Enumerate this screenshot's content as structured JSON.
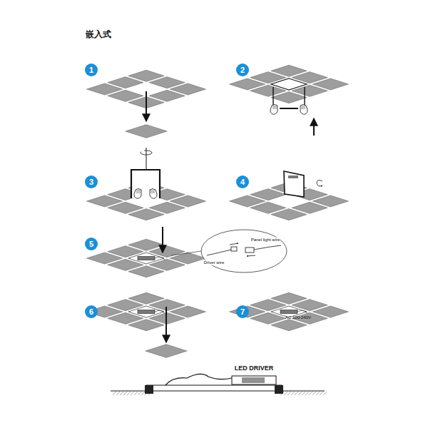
{
  "diagram": {
    "title": "嵌入式",
    "nodes": [
      {
        "text": [
          "1"
        ]
      },
      {
        "text": [
          "2"
        ]
      },
      {
        "text": [
          "3"
        ]
      },
      {
        "text": [
          "4"
        ]
      },
      {
        "text": [
          "5"
        ]
      },
      {
        "text": [
          "6"
        ]
      },
      {
        "text": [
          "7"
        ]
      }
    ],
    "labels": [
      "Driver wire",
      "Panel light wire",
      "AC 100-240V",
      "LED DRIVER"
    ]
  }
}
